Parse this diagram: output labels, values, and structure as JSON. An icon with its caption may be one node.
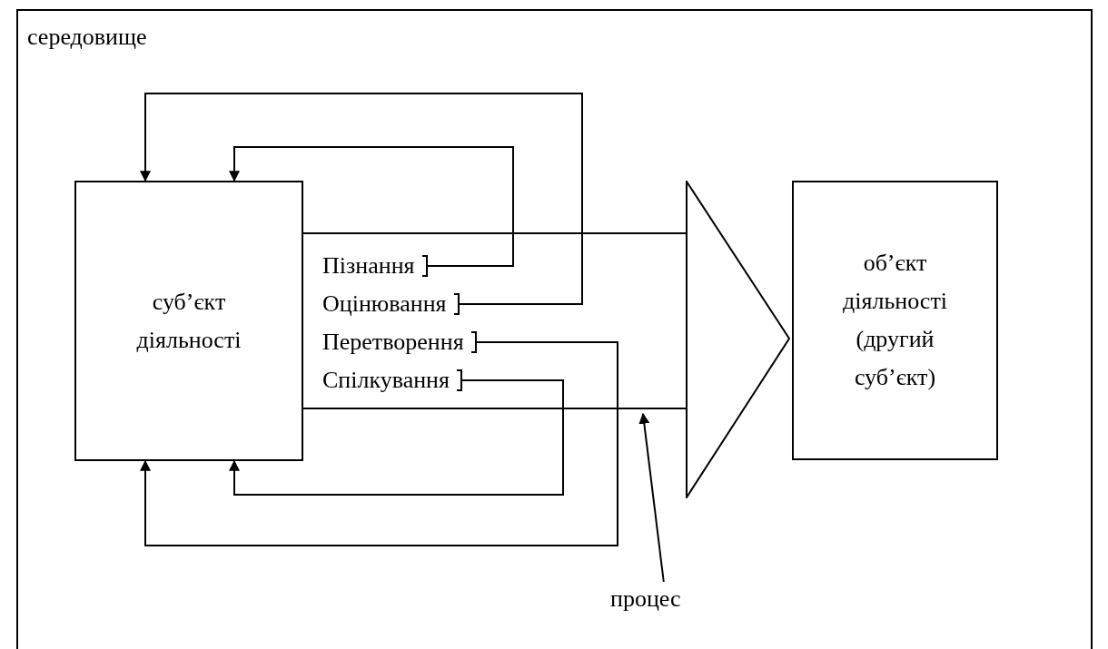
{
  "diagram": {
    "nodes": [
      {
        "text": [
          "середовище"
        ]
      },
      {
        "text": [
          "суб’єкт діяльності"
        ],
        "in": 0
      },
      {
        "text": [
          "Пізнання"
        ],
        "in": 0
      },
      {
        "text": [
          "Оцінювання"
        ],
        "in": 0
      },
      {
        "text": [
          "Перетворення"
        ],
        "in": 0
      },
      {
        "text": [
          "Спілкування"
        ],
        "in": 0
      },
      {
        "text": [],
        "shape": "triangle",
        "in": 0
      },
      {
        "text": [
          "об’єкт діяльності (другий суб’єкт)"
        ],
        "in": 0
      },
      {
        "text": [
          "процес"
        ],
        "in": 0
      }
    ],
    "edges": [
      {
        "from": 1,
        "to": 6,
        "arrow": "none"
      },
      {
        "from": 1,
        "to": 6,
        "arrow": "none"
      },
      {
        "from": 2,
        "to": 1,
        "arrow": "to"
      },
      {
        "from": 3,
        "to": 1,
        "arrow": "to"
      },
      {
        "from": 4,
        "to": 1,
        "arrow": "to"
      },
      {
        "from": 5,
        "to": 1,
        "arrow": "to"
      },
      {
        "from": 8,
        "to": null,
        "arrow": "to"
      }
    ]
  }
}
